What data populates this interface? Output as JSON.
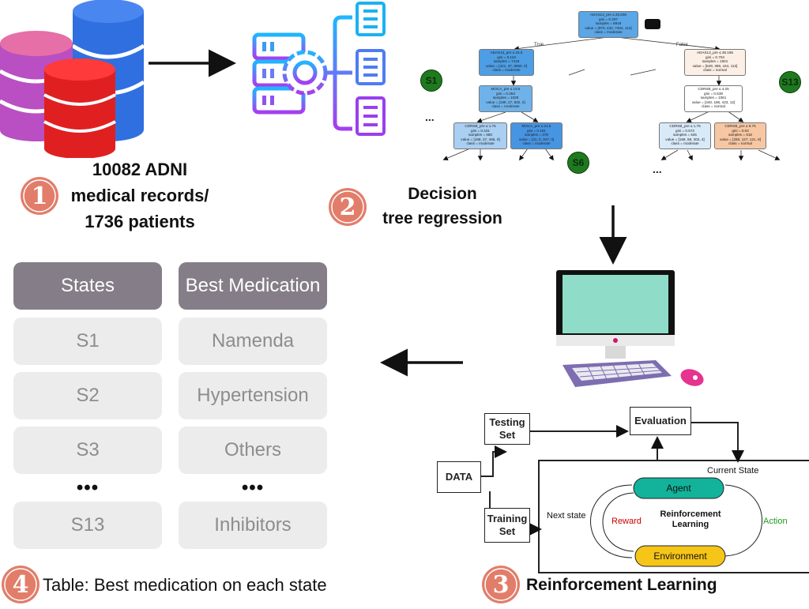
{
  "step1": {
    "badge": "1",
    "caption_lines": [
      "10082 ADNI",
      "medical records/",
      "1736 patients"
    ]
  },
  "step2": {
    "badge": "2",
    "caption_lines": [
      "Decision",
      "tree regression"
    ],
    "tree": {
      "root": [
        "ADAS13_pre ≤ 25.835",
        "gini = 0.297",
        "samples = 8918",
        "value = [970, 432, 7404, 113]",
        "class = moderate"
      ],
      "true_label": "True",
      "false_label": "False",
      "l1": [
        "ADAS13_pre ≤ 16.5",
        "gini = 0.118",
        "samples = 7418",
        "value = [421, 37, 6950, 0]",
        "class = moderate"
      ],
      "r1": [
        "ADAS13_pre ≤ 36.165",
        "gini = 0.704",
        "samples = 1501",
        "value = [549, 395, 444, 113]",
        "class = normal"
      ],
      "l2": [
        "MOCA_pre ≤ 19.5",
        "gini = 0.353",
        "samples = 1028",
        "value = [199, 27, 802, 0]",
        "class = moderate"
      ],
      "r2": [
        "CDRSB_pre ≤ 4.25",
        "gini = 0.638",
        "samples = 1061",
        "value = [440, 186, 423, 12]",
        "class = normal"
      ],
      "l3a": [
        "CDRSB_pre ≤ 1.75",
        "gini = 0.441",
        "samples = 650",
        "value = [168, 27, 455, 0]",
        "class = moderate"
      ],
      "l3b": [
        "MOCA_pre ≤ 21.5",
        "gini = 0.151",
        "samples = 378",
        "value = [31, 0, 347, 0]",
        "class = moderate"
      ],
      "r3a": [
        "CDRSB_pre ≤ 1.75",
        "gini = 0.572",
        "samples = 545",
        "value = [168, 59, 302, 4]",
        "class = moderate"
      ],
      "r3b": [
        "CDRSB_pre ≤ 9.75",
        "gini = 0.63",
        "samples = 516",
        "value = [260, 127, 121, 8]",
        "class = normal"
      ],
      "badges": [
        "S1",
        "S13",
        "S6"
      ],
      "ellipsis": "..."
    }
  },
  "step3": {
    "badge": "3",
    "caption": "Reinforcement Learning",
    "testing_set": "Testing Set",
    "training_set": "Training Set",
    "data": "DATA",
    "evaluation": "Evaluation",
    "current_state": "Current State",
    "next_state": "Next state",
    "agent": "Agent",
    "environment": "Environment",
    "reward": "Reward",
    "action": "Action",
    "center_lines": [
      "Reinforcement",
      "Learning"
    ]
  },
  "step4": {
    "badge": "4",
    "caption": "Table: Best medication on each state",
    "headers": [
      "States",
      "Best Medication"
    ],
    "rows": [
      [
        "S1",
        "Namenda"
      ],
      [
        "S2",
        "Hypertension"
      ],
      [
        "S3",
        "Others"
      ],
      [
        "•••",
        "•••"
      ],
      [
        "S13",
        "Inhibitors"
      ]
    ]
  },
  "colors": {
    "badge": "#e27d6a",
    "table_header": "#857d87",
    "table_cell": "#ececec",
    "agent": "#12b39a",
    "environment": "#f5c518",
    "reward": "#cc0000",
    "action": "#1e9b1e",
    "tree_blue": "#5aa6e6",
    "tree_orange": "#f7c7a3"
  },
  "icons": [
    "database-icon",
    "server-gear-icon",
    "document-icon",
    "computer-icon",
    "arrow-icon"
  ]
}
